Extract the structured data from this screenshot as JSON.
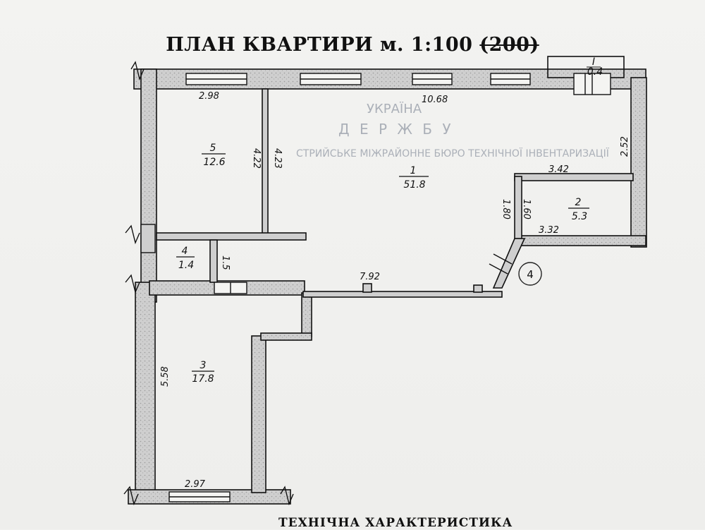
{
  "title": {
    "main": "ПЛАН КВАРТИРИ м. 1:100 ",
    "struck": "(200)"
  },
  "footer": {
    "text": "ТЕХНІЧНА ХАРАКТЕРИСТИКА"
  },
  "rooms": [
    {
      "number": "1",
      "area": "51.8"
    },
    {
      "number": "2",
      "area": "5.3"
    },
    {
      "number": "3",
      "area": "17.8"
    },
    {
      "number": "4",
      "area": "1.4"
    },
    {
      "number": "5",
      "area": "12.6"
    },
    {
      "number": "I",
      "area": "0.4"
    }
  ],
  "dimensions": {
    "room5_width": "2.98",
    "room5_height_left": "4.22",
    "room5_height_right": "4.23",
    "room1_width": "10.68",
    "room1_right_wall": "2.52",
    "room2_top": "3.42",
    "room2_bottom": "3.32",
    "room2_left_a": "1.80",
    "room2_left_b": "1.60",
    "room4_height": "1.5",
    "corridor_length": "7.92",
    "room3_height": "5.58",
    "room3_width": "2.97"
  },
  "annotations": {
    "circled_number": "4"
  },
  "stamp_text": {
    "line1": "УКРАЇНА",
    "line2": "Д Е Р Ж Б У",
    "line3": "СТРИЙСЬКЕ МІЖРАЙОННЕ БЮРО ТЕХНІЧНОЇ ІНВЕНТАРИЗАЦІЇ"
  },
  "colors": {
    "wall_fill": "#c9c9c9",
    "ink": "#111111",
    "paper": "#f1f1ef",
    "stamp": "#9aa0ab"
  }
}
